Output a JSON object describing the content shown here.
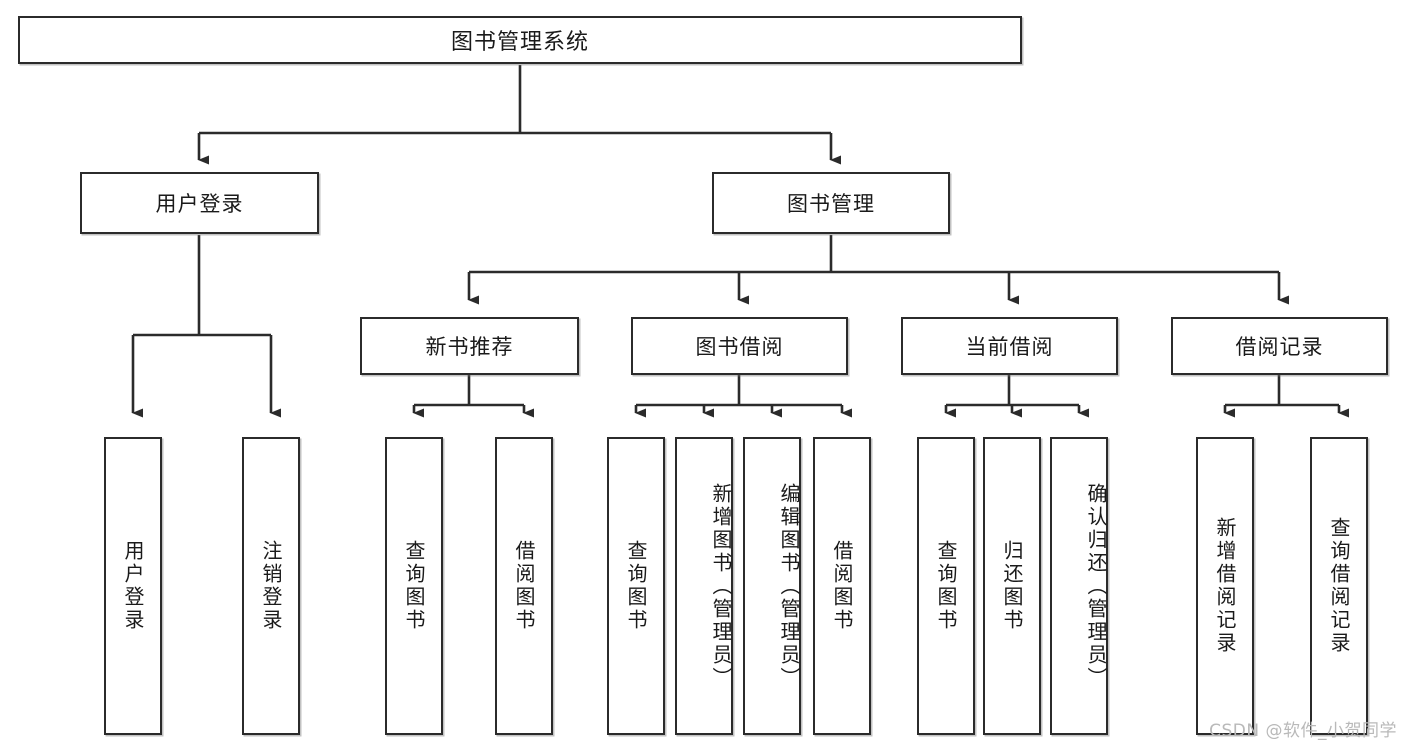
{
  "diagram": {
    "type": "tree-hierarchy",
    "title": "图书管理系统",
    "watermark": "CSDN @软件_小贺同学",
    "colors": {
      "stroke": "#2b2b2b",
      "fill": "#ffffff",
      "text": "#1a1a1a",
      "watermark": "#b9b9b9"
    },
    "nodes": {
      "root": {
        "label": "图书管理系统"
      },
      "level1": [
        {
          "id": "user-login",
          "label": "用户登录"
        },
        {
          "id": "book-manage",
          "label": "图书管理"
        }
      ],
      "level2": [
        {
          "id": "new-book-rec",
          "label": "新书推荐"
        },
        {
          "id": "book-borrow",
          "label": "图书借阅"
        },
        {
          "id": "current-borrow",
          "label": "当前借阅"
        },
        {
          "id": "borrow-record",
          "label": "借阅记录"
        }
      ],
      "leaves": {
        "user-login": [
          {
            "id": "leaf-user-login",
            "label": "用户登录"
          },
          {
            "id": "leaf-logout-login",
            "label": "注销登录"
          }
        ],
        "new-book-rec": [
          {
            "id": "leaf-query-book-1",
            "label": "查询图书"
          },
          {
            "id": "leaf-borrow-book-1",
            "label": "借阅图书"
          }
        ],
        "book-borrow": [
          {
            "id": "leaf-query-book-2",
            "label": "查询图书"
          },
          {
            "id": "leaf-add-book",
            "label": "新增图书（管理员）"
          },
          {
            "id": "leaf-edit-book",
            "label": "编辑图书（管理员）"
          },
          {
            "id": "leaf-borrow-book-2",
            "label": "借阅图书"
          }
        ],
        "current-borrow": [
          {
            "id": "leaf-query-book-3",
            "label": "查询图书"
          },
          {
            "id": "leaf-return-book",
            "label": "归还图书"
          },
          {
            "id": "leaf-confirm-return",
            "label": "确认归还（管理员）"
          }
        ],
        "borrow-record": [
          {
            "id": "leaf-add-record",
            "label": "新增借阅记录"
          },
          {
            "id": "leaf-query-record",
            "label": "查询借阅记录"
          }
        ]
      }
    }
  }
}
